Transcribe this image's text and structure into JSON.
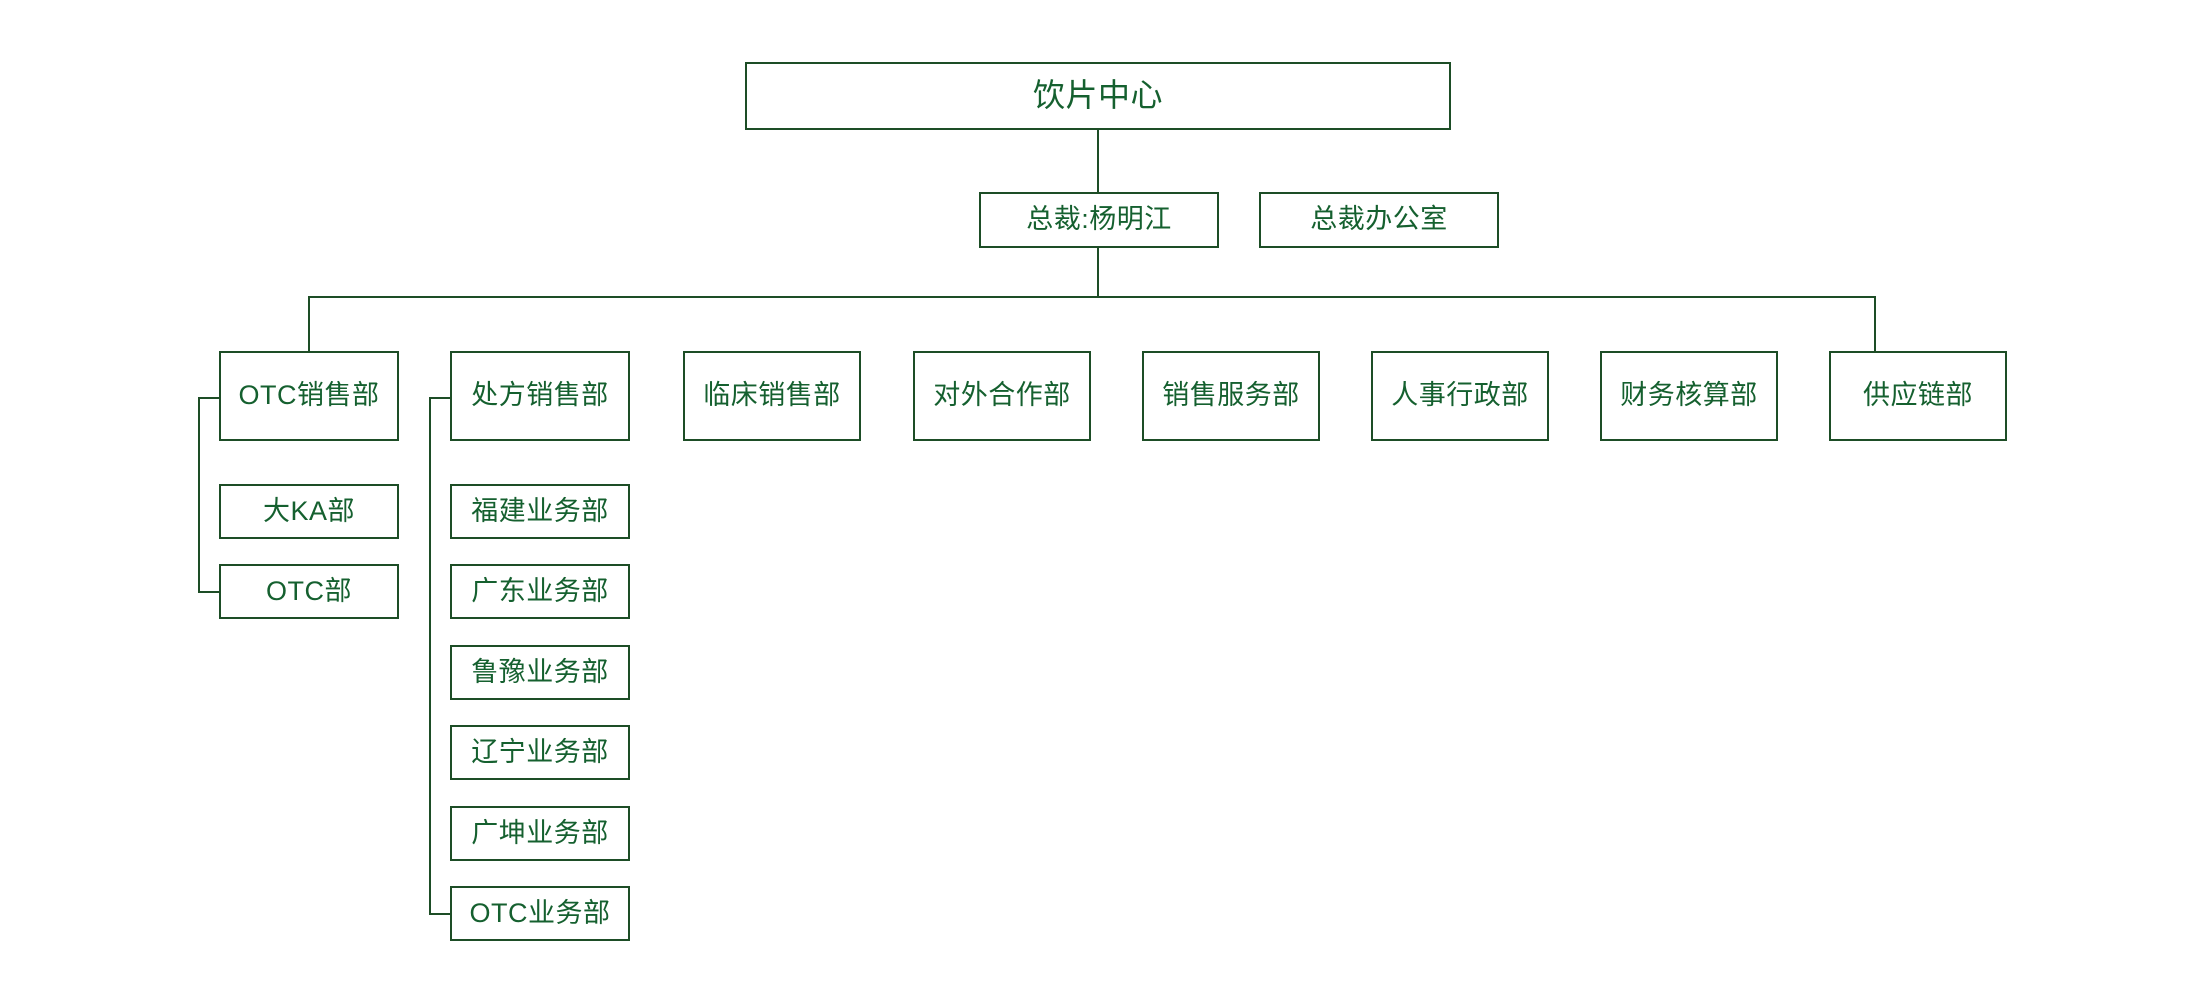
{
  "meta": {
    "title": "饮片中心组织架构图",
    "line_color": "#1d4d26",
    "text_color": "#15602f",
    "background_color": "#ffffff"
  },
  "root": {
    "label": "饮片中心"
  },
  "executive": {
    "president": "总裁:杨明江",
    "office": "总裁办公室"
  },
  "departments": [
    {
      "label": "OTC销售部"
    },
    {
      "label": "处方销售部"
    },
    {
      "label": "临床销售部"
    },
    {
      "label": "对外合作部"
    },
    {
      "label": "销售服务部"
    },
    {
      "label": "人事行政部"
    },
    {
      "label": "财务核算部"
    },
    {
      "label": "供应链部"
    }
  ],
  "otc_sales_children": [
    {
      "label": "大KA部"
    },
    {
      "label": "OTC部"
    }
  ],
  "prescription_sales_children": [
    {
      "label": "福建业务部"
    },
    {
      "label": "广东业务部"
    },
    {
      "label": "鲁豫业务部"
    },
    {
      "label": "辽宁业务部"
    },
    {
      "label": "广坤业务部"
    },
    {
      "label": "OTC业务部"
    }
  ]
}
